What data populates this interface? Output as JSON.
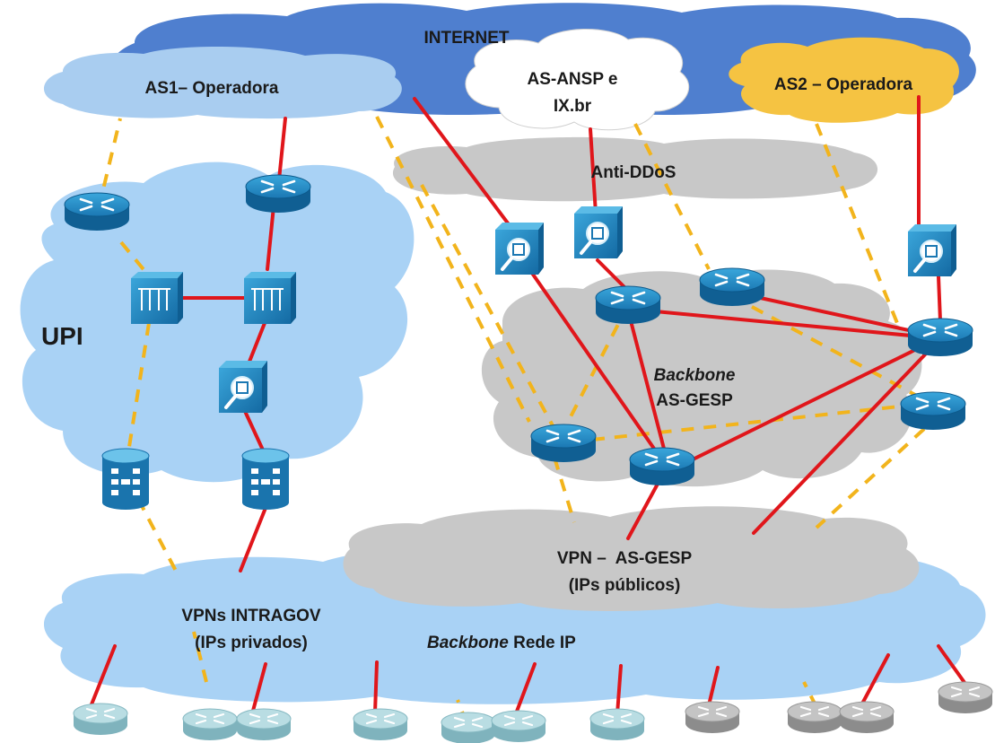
{
  "clouds": {
    "internet": {
      "label": "INTERNET",
      "color": "#4f7fcf"
    },
    "as1": {
      "label": "AS1– Operadora",
      "color": "#a9cdf0"
    },
    "ansp": {
      "line1": "AS-ANSP e",
      "line2": "IX.br",
      "color": "#ffffff"
    },
    "as2": {
      "label": "AS2 – Operadora",
      "color": "#f5c342"
    },
    "antiddos": {
      "label": "Anti-DDoS",
      "color": "#c8c8c8"
    },
    "upi": {
      "label": "UPI",
      "color": "#a9d2f5"
    },
    "backbone_gesp": {
      "line1": "Backbone",
      "line2": "AS-GESP",
      "color": "#c8c8c8"
    },
    "vpn_gesp": {
      "line1": "VPN –  AS-GESP",
      "line2": "(IPs públicos)",
      "color": "#c8c8c8"
    },
    "intragov": {
      "line1": "VPNs INTRAGOV",
      "line2": "(IPs privados)",
      "color": "#a9d2f5"
    },
    "backbone_ip": {
      "italic": "Backbone",
      "rest": " Rede IP"
    }
  },
  "colors": {
    "physical_link": "#e0161b",
    "logical_link": "#f2b41c",
    "device_blue": "#1d7fb8",
    "edge_teal": "#a8cfd6",
    "edge_gray": "#b0b0b0"
  },
  "icons": {
    "router": "router-icon",
    "multilayer_switch": "multilayer-switch-icon",
    "firewall_inspector": "firewall-inspector-icon",
    "vpn_concentrator": "vpn-concentrator-icon"
  }
}
